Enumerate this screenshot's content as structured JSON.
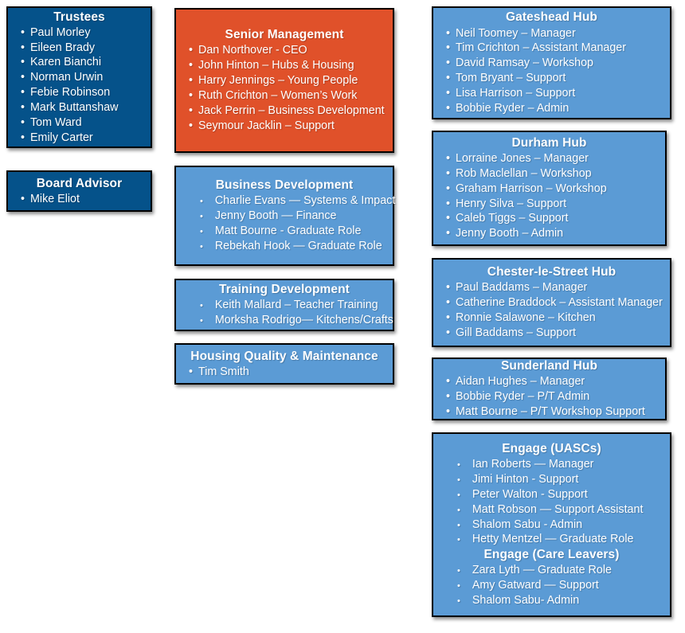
{
  "page": {
    "background": "#FFFFFF"
  },
  "colors": {
    "dark_blue": "#05528A",
    "orange": "#E0512A",
    "light_blue": "#5B9BD5",
    "border": "#000000",
    "text": "#FFFFFF"
  },
  "boxes": [
    {
      "id": "trustees",
      "color": "#05528A",
      "indent": false,
      "sections": [
        {
          "title": "Trustees",
          "items": [
            "Paul Morley",
            "Eileen Brady",
            "Karen Bianchi",
            "Norman Urwin",
            "Febie Robinson",
            "Mark Buttanshaw",
            "Tom Ward",
            "Emily Carter"
          ]
        }
      ]
    },
    {
      "id": "board-advisor",
      "color": "#05528A",
      "indent": false,
      "sections": [
        {
          "title": "Board Advisor",
          "items": [
            "Mike Eliot"
          ]
        }
      ]
    },
    {
      "id": "senior-management",
      "color": "#E0512A",
      "indent": false,
      "sections": [
        {
          "title": "Senior Management",
          "items": [
            "Dan Northover - CEO",
            "John Hinton – Hubs & Housing",
            "Harry Jennings – Young People",
            "Ruth Crichton – Women’s Work",
            "Jack Perrin – Business Development",
            "Seymour Jacklin – Support"
          ]
        }
      ]
    },
    {
      "id": "business-development",
      "color": "#5B9BD5",
      "indent": true,
      "sections": [
        {
          "title": "Business Development",
          "items": [
            "Charlie Evans — Systems & Impact",
            "Jenny Booth — Finance",
            "Matt Bourne - Graduate Role",
            "Rebekah Hook — Graduate Role"
          ]
        }
      ]
    },
    {
      "id": "training-development",
      "color": "#5B9BD5",
      "indent": true,
      "sections": [
        {
          "title": "Training Development",
          "items": [
            "Keith Mallard – Teacher Training",
            "Morksha Rodrigo— Kitchens/Crafts"
          ]
        }
      ]
    },
    {
      "id": "housing-quality",
      "color": "#5B9BD5",
      "indent": false,
      "sections": [
        {
          "title": "Housing Quality & Maintenance",
          "items": [
            "Tim Smith"
          ]
        }
      ]
    },
    {
      "id": "gateshead-hub",
      "color": "#5B9BD5",
      "indent": false,
      "sections": [
        {
          "title": "Gateshead Hub",
          "items": [
            "Neil Toomey – Manager",
            "Tim Crichton – Assistant Manager",
            "David Ramsay – Workshop",
            "Tom Bryant – Support",
            "Lisa Harrison – Support",
            "Bobbie Ryder – Admin"
          ]
        }
      ]
    },
    {
      "id": "durham-hub",
      "color": "#5B9BD5",
      "indent": false,
      "sections": [
        {
          "title": "Durham Hub",
          "items": [
            "Lorraine Jones – Manager",
            "Rob Maclellan – Workshop",
            "Graham Harrison – Workshop",
            "Henry Silva – Support",
            "Caleb Tiggs – Support",
            "Jenny Booth – Admin"
          ]
        }
      ]
    },
    {
      "id": "chester-le-street-hub",
      "color": "#5B9BD5",
      "indent": false,
      "sections": [
        {
          "title": "Chester-le-Street Hub",
          "items": [
            "Paul Baddams – Manager",
            "Catherine Braddock – Assistant Manager",
            "Ronnie Salawone – Kitchen",
            "Gill Baddams – Support"
          ]
        }
      ]
    },
    {
      "id": "sunderland-hub",
      "color": "#5B9BD5",
      "indent": false,
      "sections": [
        {
          "title": "Sunderland Hub",
          "items": [
            "Aidan Hughes – Manager",
            "Bobbie Ryder – P/T Admin",
            "Matt Bourne – P/T Workshop Support"
          ]
        }
      ]
    },
    {
      "id": "engage",
      "color": "#5B9BD5",
      "indent": true,
      "sections": [
        {
          "title": "Engage (UASCs)",
          "items": [
            "Ian Roberts — Manager",
            "Jimi Hinton - Support",
            "Peter Walton - Support",
            "Matt Robson — Support Assistant",
            "Shalom Sabu - Admin",
            "Hetty Mentzel — Graduate Role"
          ]
        },
        {
          "title": "Engage (Care Leavers)",
          "items": [
            "Zara Lyth — Graduate Role",
            "Amy Gatward — Support",
            "Shalom Sabu- Admin"
          ]
        }
      ]
    }
  ]
}
